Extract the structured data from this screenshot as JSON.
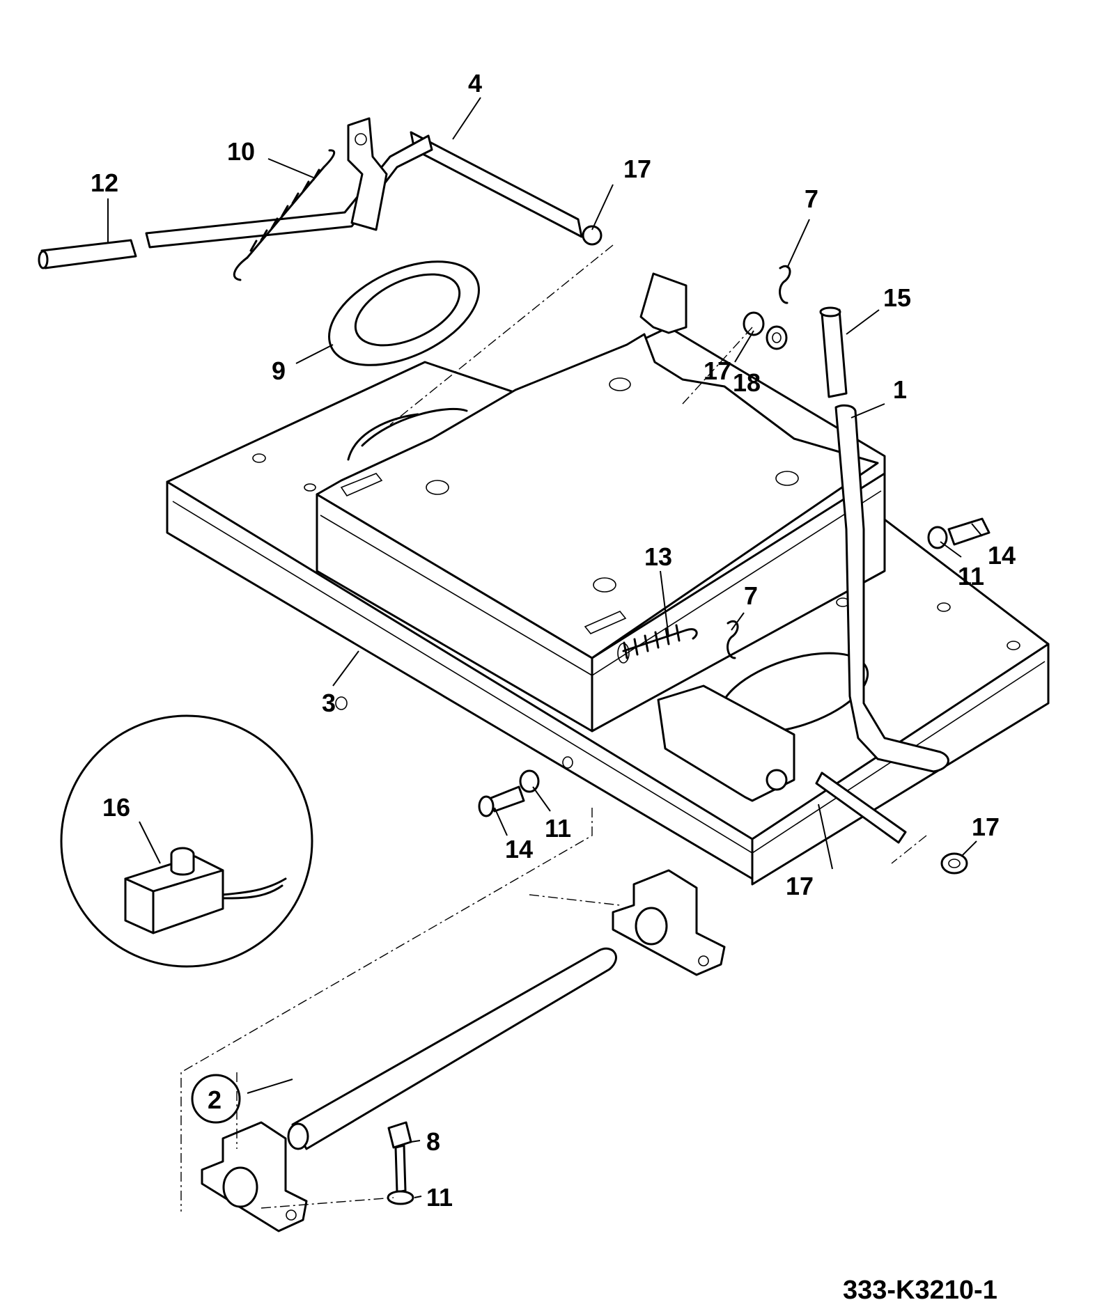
{
  "drawing": {
    "code": "333-K3210-1",
    "callouts": [
      {
        "id": "c4",
        "text": "4"
      },
      {
        "id": "c10",
        "text": "10"
      },
      {
        "id": "c17a",
        "text": "17"
      },
      {
        "id": "c12",
        "text": "12"
      },
      {
        "id": "c7a",
        "text": "7"
      },
      {
        "id": "c15",
        "text": "15"
      },
      {
        "id": "c9",
        "text": "9"
      },
      {
        "id": "c17b",
        "text": "17"
      },
      {
        "id": "c18",
        "text": "18"
      },
      {
        "id": "c1",
        "text": "1"
      },
      {
        "id": "c13",
        "text": "13"
      },
      {
        "id": "c7b",
        "text": "7"
      },
      {
        "id": "c11a",
        "text": "11"
      },
      {
        "id": "c14a",
        "text": "14"
      },
      {
        "id": "c3",
        "text": "3"
      },
      {
        "id": "c16",
        "text": "16"
      },
      {
        "id": "c14b",
        "text": "14"
      },
      {
        "id": "c11b",
        "text": "11"
      },
      {
        "id": "c17c",
        "text": "17"
      },
      {
        "id": "c17d",
        "text": "17"
      },
      {
        "id": "c2",
        "text": "2"
      },
      {
        "id": "c8",
        "text": "8"
      },
      {
        "id": "c11c",
        "text": "11"
      }
    ]
  }
}
